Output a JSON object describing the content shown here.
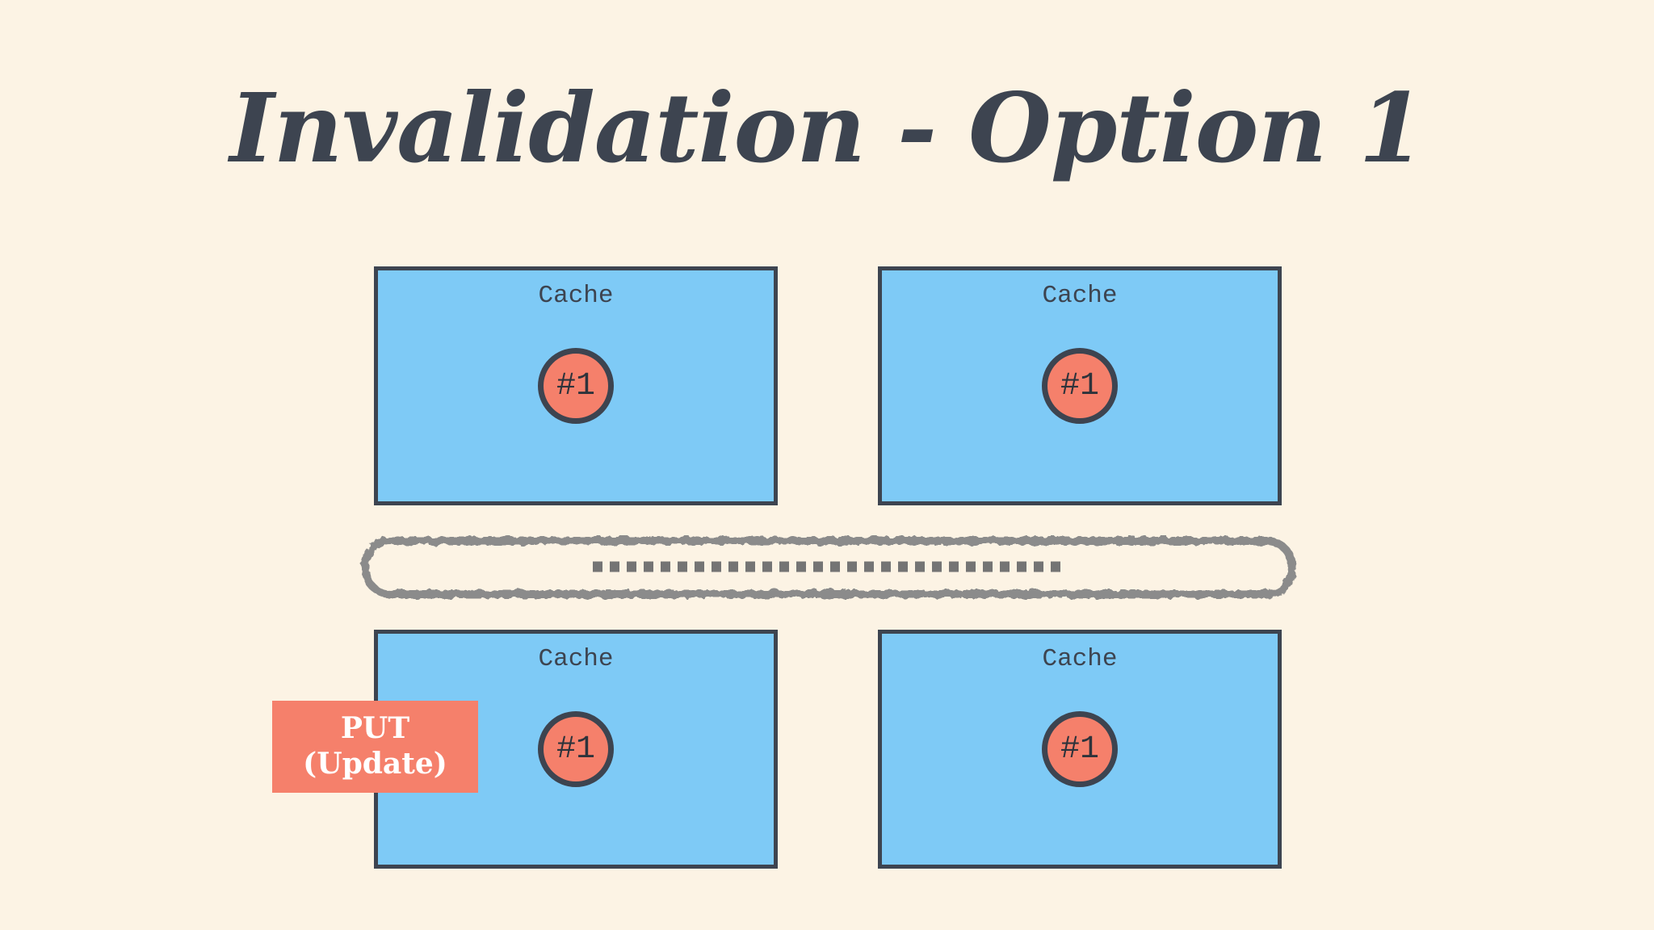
{
  "slide": {
    "title": "Invalidation - Option 1"
  },
  "caches": [
    {
      "position": "top-left",
      "label": "Cache",
      "item": "#1"
    },
    {
      "position": "top-right",
      "label": "Cache",
      "item": "#1"
    },
    {
      "position": "bottom-left",
      "label": "Cache",
      "item": "#1"
    },
    {
      "position": "bottom-right",
      "label": "Cache",
      "item": "#1"
    }
  ],
  "bus": {
    "description": "shared bus connecting all four caches, hand-drawn rounded rectangle with dotted message line between the two connectors"
  },
  "action_label": {
    "line1": "PUT",
    "line2": "(Update)"
  },
  "colors": {
    "background": "#fcf3e4",
    "title_text": "#3d4450",
    "cache_fill": "#7ecaf6",
    "cache_border": "#3d4450",
    "item_fill": "#f5806b",
    "item_border": "#3d4450",
    "item_text": "#2e333b",
    "bus_stroke": "#8b8b8b",
    "dotted_line": "#747474",
    "connector": "#121212",
    "action_bg": "#f5806b",
    "action_text": "#ffffff"
  }
}
